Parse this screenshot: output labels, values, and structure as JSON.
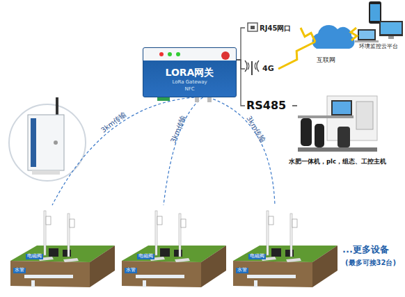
{
  "diagram": {
    "nodes": [
      {
        "text": [
          "LORA网关",
          "LoRa Gateway",
          "NFC"
        ]
      },
      {
        "text": [
          "RJ45网口"
        ]
      },
      {
        "text": [
          "4G"
        ]
      },
      {
        "text": [
          "RS485"
        ]
      },
      {
        "text": [
          "互联网"
        ]
      },
      {
        "text": [
          "环境监控云平台"
        ]
      },
      {
        "text": [
          "水肥一体机，plc，组态、工控主机"
        ]
      },
      {
        "text": [
          "电磁阀",
          "水管"
        ]
      },
      {
        "text": [
          "电磁阀",
          "水管"
        ]
      },
      {
        "text": [
          "电磁阀",
          "水管"
        ]
      }
    ],
    "edges": [
      {
        "from": 0,
        "to": 1,
        "arrow": "none"
      },
      {
        "from": 0,
        "to": 2,
        "arrow": "none"
      },
      {
        "from": 0,
        "to": 3,
        "arrow": "none"
      },
      {
        "from": 3,
        "to": 6,
        "arrow": "none"
      },
      {
        "from": 1,
        "to": 4,
        "arrow": "none"
      },
      {
        "from": 2,
        "to": 4,
        "arrow": "none"
      },
      {
        "from": 4,
        "to": 5,
        "arrow": "none"
      },
      {
        "from": 0,
        "to": 7,
        "label": "3km传输",
        "arrow": "none"
      },
      {
        "from": 0,
        "to": 8,
        "label": "3km传输",
        "arrow": "none"
      },
      {
        "from": 0,
        "to": 9,
        "label": "3km传输",
        "arrow": "none"
      }
    ],
    "labels": [
      "...更多设备",
      "(最多可接32台)"
    ]
  }
}
